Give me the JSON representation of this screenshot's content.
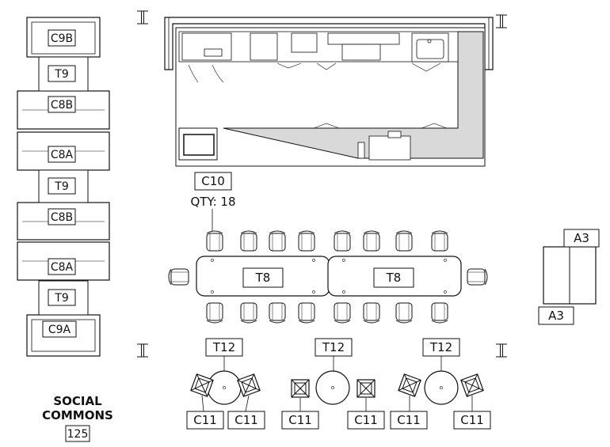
{
  "room": {
    "name_line1": "SOCIAL",
    "name_line2": "COMMONS",
    "number": "125"
  },
  "tags": {
    "c9b": "C9B",
    "t9_a": "T9",
    "c8b_a": "C8B",
    "c8a_a": "C8A",
    "t9_b": "T9",
    "c8b_b": "C8B",
    "c8a_b": "C8A",
    "t9_c": "T9",
    "c9a": "C9A",
    "c10": "C10",
    "qty": "QTY: 18",
    "t8_a": "T8",
    "t8_b": "T8",
    "a3_top": "A3",
    "a3_bottom": "A3",
    "t12_a": "T12",
    "t12_b": "T12",
    "t12_c": "T12",
    "c11_a": "C11",
    "c11_b": "C11",
    "c11_c": "C11",
    "c11_d": "C11",
    "c11_e": "C11",
    "c11_f": "C11"
  },
  "colors": {
    "line": "#111111",
    "counter_fill": "#d9d9d9",
    "background": "#ffffff"
  }
}
